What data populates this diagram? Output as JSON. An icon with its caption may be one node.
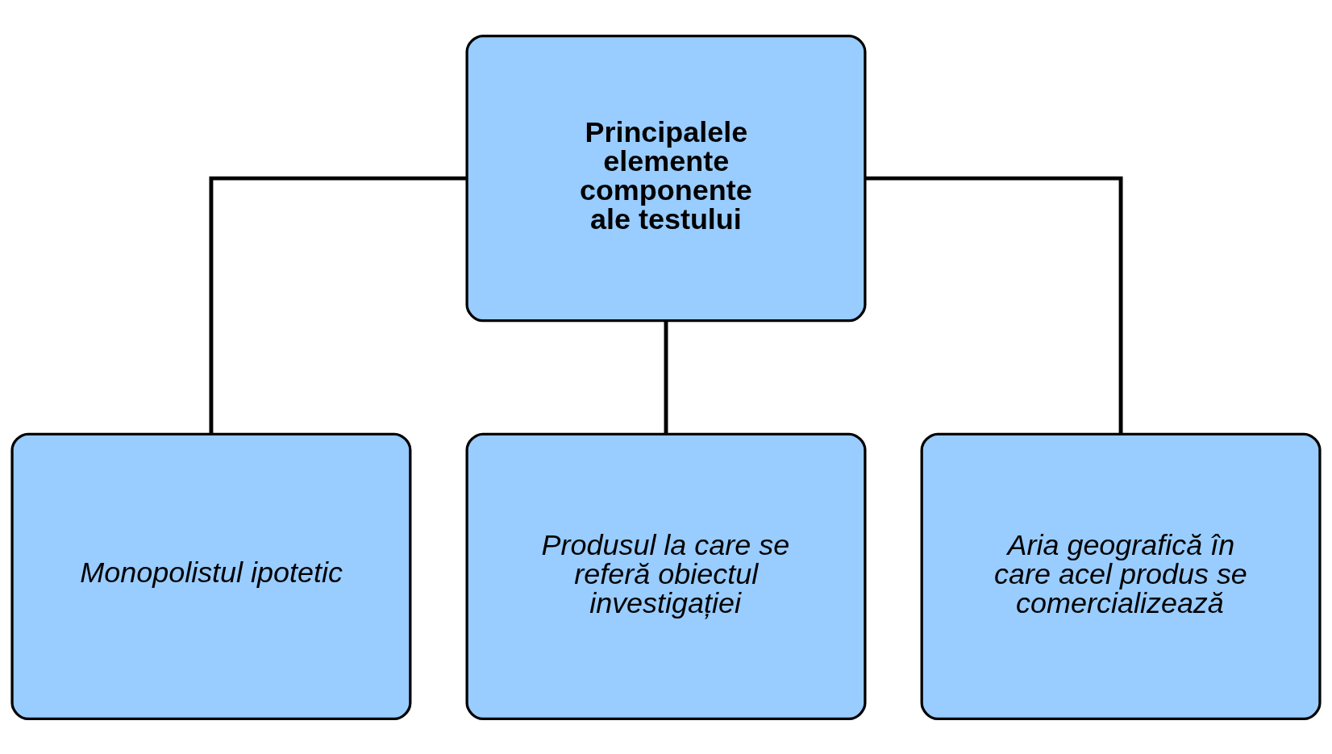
{
  "diagram": {
    "nodes": [
      {
        "text": [
          "Principalele elemente componente ale testului"
        ]
      },
      {
        "text": [
          "Monopolistul ipotetic"
        ]
      },
      {
        "text": [
          "Produsul la care se referă obiectul investigației"
        ]
      },
      {
        "text": [
          "Aria geografică în care acel produs se comercializează"
        ]
      }
    ],
    "edges": [
      {
        "from": 0,
        "to": 1,
        "arrow": "none"
      },
      {
        "from": 0,
        "to": 2,
        "arrow": "none"
      },
      {
        "from": 0,
        "to": 3,
        "arrow": "none"
      }
    ]
  }
}
